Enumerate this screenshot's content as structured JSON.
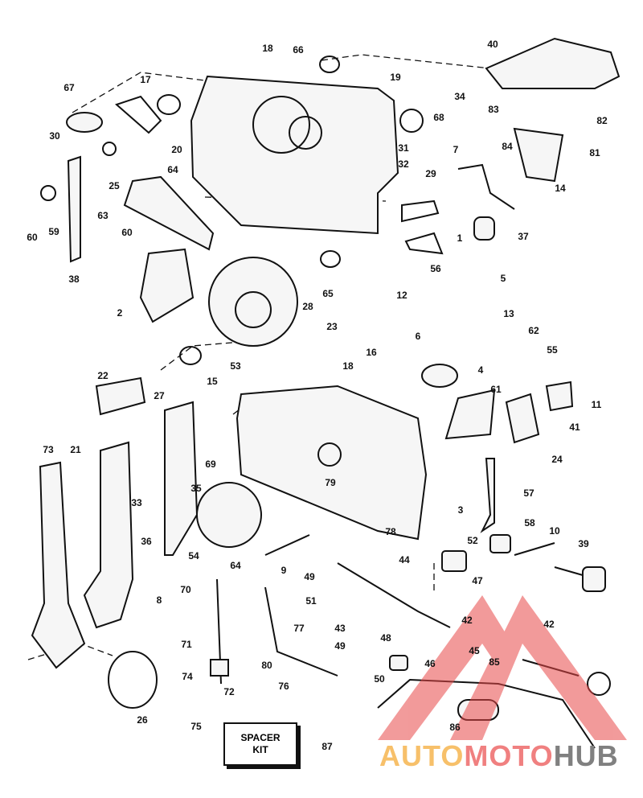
{
  "labels": [
    "18",
    "66",
    "19",
    "67",
    "17",
    "34",
    "68",
    "40",
    "83",
    "82",
    "30",
    "20",
    "64",
    "31",
    "7",
    "84",
    "81",
    "25",
    "32",
    "29",
    "14",
    "63",
    "60",
    "59",
    "60",
    "37",
    "1",
    "38",
    "56",
    "65",
    "12",
    "5",
    "28",
    "2",
    "23",
    "13",
    "62",
    "55",
    "6",
    "16",
    "4",
    "53",
    "15",
    "18",
    "11",
    "22",
    "27",
    "61",
    "41",
    "24",
    "73",
    "21",
    "69",
    "57",
    "79",
    "35",
    "33",
    "3",
    "36",
    "54",
    "64",
    "78",
    "52",
    "58",
    "10",
    "39",
    "44",
    "9",
    "49",
    "70",
    "47",
    "8",
    "51",
    "42",
    "43",
    "48",
    "42",
    "45",
    "49",
    "85",
    "46",
    "50",
    "71",
    "77",
    "80",
    "74",
    "72",
    "76",
    "75",
    "26",
    "86",
    "87"
  ],
  "spacer_kit": {
    "line1": "SPACER",
    "line2": "KIT"
  },
  "watermark": {
    "part1": "AUTO",
    "part2": "MOTO",
    "part3": "HUB",
    "colors": [
      "#f7c06a",
      "#f08080",
      "#808080"
    ]
  }
}
